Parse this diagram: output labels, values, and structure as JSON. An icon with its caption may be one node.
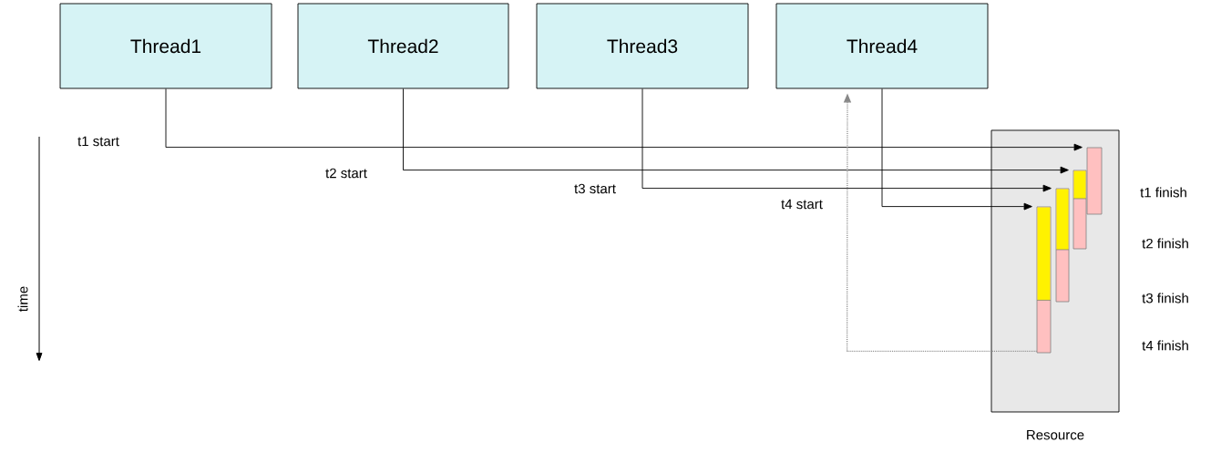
{
  "diagram": {
    "nodes": [
      {
        "text": [
          "Thread1"
        ]
      },
      {
        "text": [
          "Thread2"
        ]
      },
      {
        "text": [
          "Thread3"
        ]
      },
      {
        "text": [
          "Thread4"
        ]
      },
      {
        "text": [
          "Resource"
        ]
      },
      {
        "text": [],
        "shape": "bar",
        "in": 4
      },
      {
        "text": [],
        "shape": "bar",
        "in": 4
      },
      {
        "text": [],
        "shape": "bar",
        "in": 4
      },
      {
        "text": [],
        "shape": "bar",
        "in": 4
      }
    ],
    "edges": [
      {
        "from": 0,
        "to": 8,
        "arrow": "to"
      },
      {
        "from": 1,
        "to": 7,
        "arrow": "to"
      },
      {
        "from": 2,
        "to": 6,
        "arrow": "to"
      },
      {
        "from": 3,
        "to": 5,
        "arrow": "to"
      },
      {
        "from": 5,
        "to": 3,
        "arrow": "to",
        "style": "dashed",
        "color": "#888888"
      }
    ],
    "labels": [
      "t1 start",
      "t2 start",
      "t3 start",
      "t4 start",
      "t1 finish",
      "t2 finish",
      "t3 finish",
      "t4 finish",
      "time"
    ]
  }
}
